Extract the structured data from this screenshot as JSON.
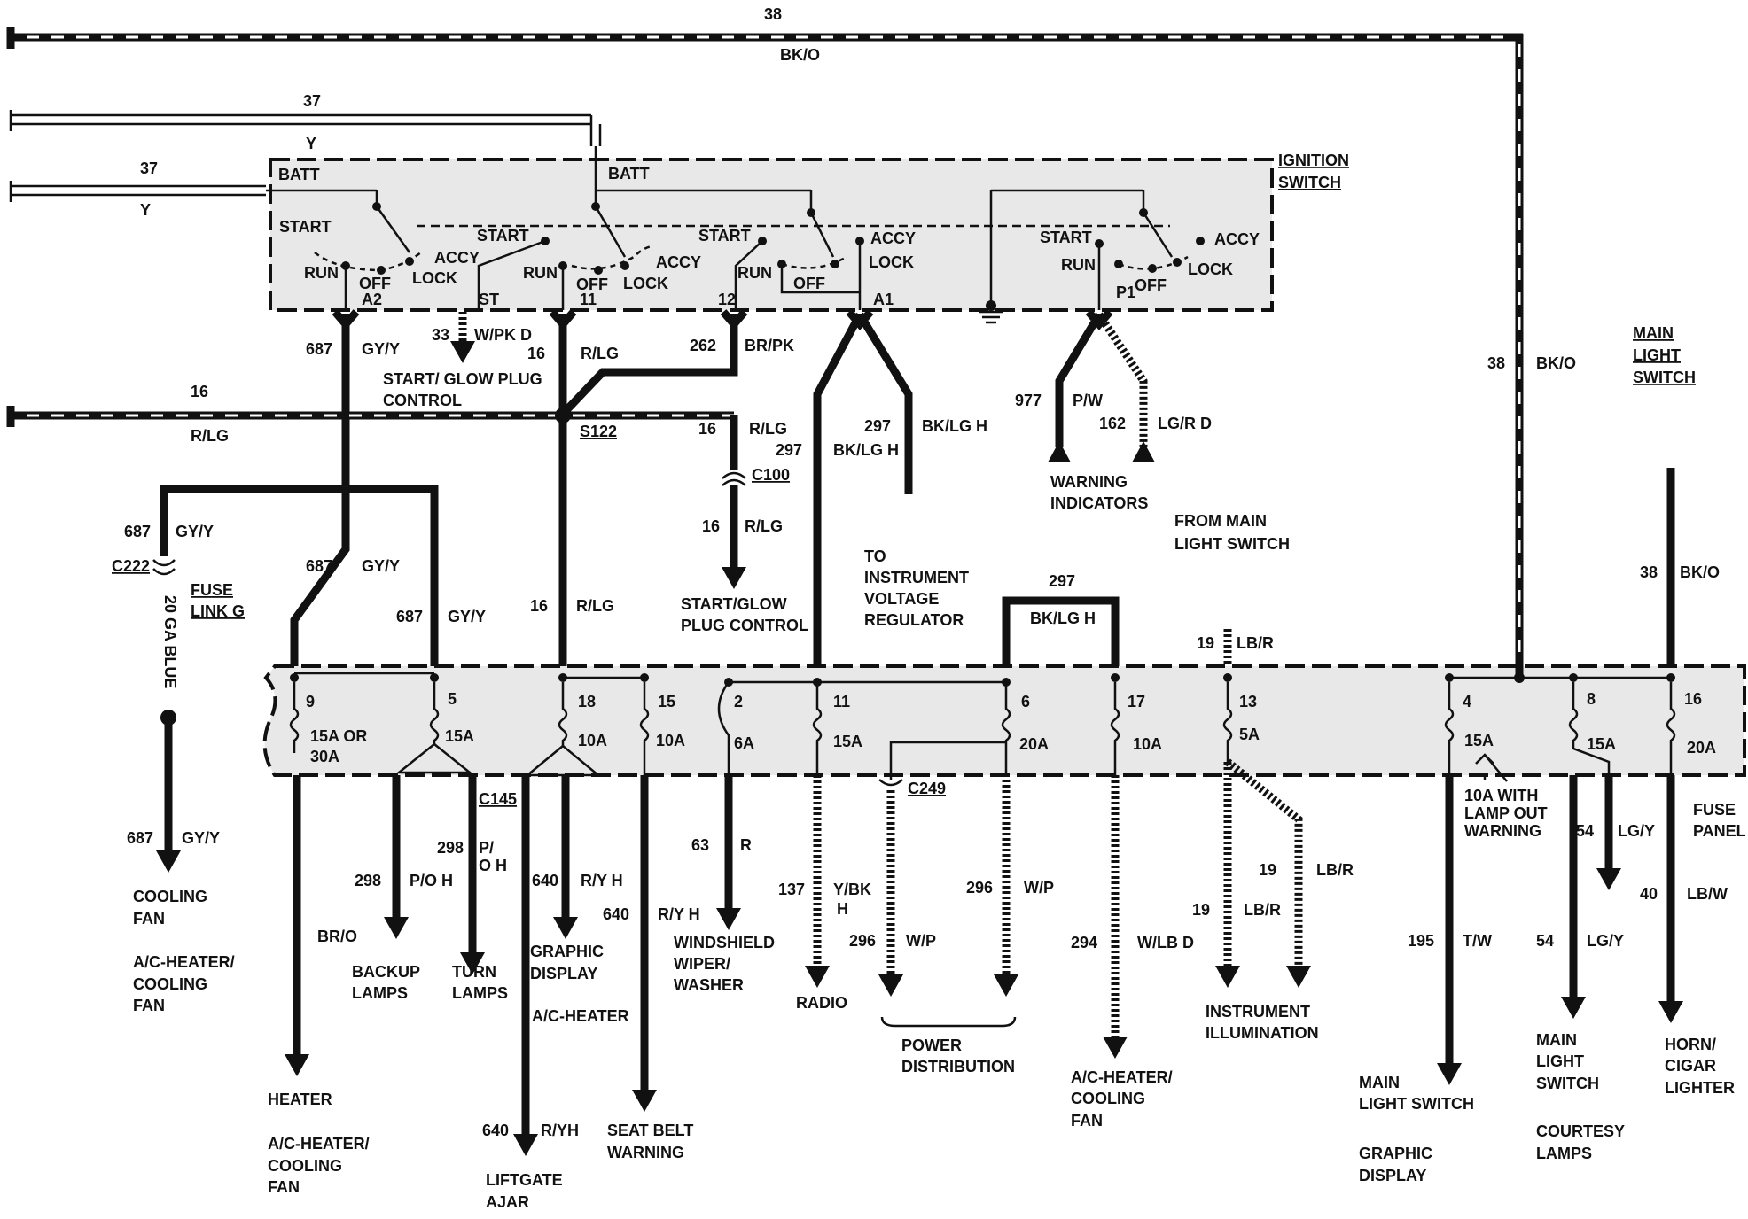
{
  "labels": {
    "ignition_switch": "IGNITION\nSWITCH",
    "ignition_switch_1": "IGNITION",
    "ignition_switch_2": "SWITCH",
    "main_light_switch_1": "MAIN",
    "main_light_switch_2": "LIGHT",
    "main_light_switch_3": "SWITCH",
    "fuse_panel_1": "FUSE",
    "fuse_panel_2": "PANEL",
    "batt": "BATT",
    "start": "START",
    "run": "RUN",
    "off": "OFF",
    "accy": "ACCY",
    "lock": "LOCK",
    "a1": "A1",
    "a2": "A2",
    "st": "ST",
    "p1": "P1",
    "t11": "11",
    "t12": "12",
    "s122": "S122",
    "c100": "C100",
    "c222": "C222",
    "c145": "C145",
    "c249": "C249",
    "fuse_link_1": "FUSE",
    "fuse_link_2": "LINK  G",
    "ga_blue": "20 GA BLUE"
  },
  "wires": {
    "w38_top": "38",
    "w38_top_color": "BK/O",
    "w37_a": "37",
    "w37_a_color": "Y",
    "w37_b": "37",
    "w37_b_color": "Y",
    "w687_a": "687",
    "w687_a_color": "GY/Y",
    "w33": "33",
    "w33_color": "W/PK D",
    "w16_a": "16",
    "w16_a_color": "R/LG",
    "w262": "262",
    "w262_color": "BR/PK",
    "w16_left": "16",
    "w16_left_color": "R/LG",
    "w16_c": "16",
    "w16_c_color": "R/LG",
    "w16_d": "16",
    "w16_d_color": "R/LG",
    "w297_a": "297",
    "w297_a_color": "BK/LG H",
    "w297_b": "297",
    "w297_b_color": "BK/LG H",
    "w977": "977",
    "w977_color": "P/W",
    "w162": "162",
    "w162_color": "LG/R D",
    "w38_right": "38",
    "w38_right_color": "BK/O",
    "w687_b": "687",
    "w687_b_color": "GY/Y",
    "w687_c": "687",
    "w687_c_color": "GY/Y",
    "w687_d": "687",
    "w687_d_color": "GY/Y",
    "w16_e": "16",
    "w16_e_color": "R/LG",
    "w297_c": "297",
    "w297_c_color": "BK/LG H",
    "w19_a": "19",
    "w19_a_color": "LB/R",
    "w38_bk": "38",
    "w38_bk_color": "BK/O",
    "w687_e": "687",
    "w687_e_color": "GY/Y",
    "w298_a": "298",
    "w298_a_color": "P/O H",
    "w298_b": "298",
    "w298_b_color_1": "P/",
    "w298_b_color_2": "O H",
    "w640_a": "640",
    "w640_a_color": "R/Y H",
    "w640_b": "640",
    "w640_b_color": "R/Y H",
    "w640_c": "640",
    "w640_c_color": "R/YH",
    "w63": "63",
    "w63_color": "R",
    "w137": "137",
    "w137_color_1": "Y/BK",
    "w137_color_2": "H",
    "w296_a": "296",
    "w296_a_color": "W/P",
    "w296_b": "296",
    "w296_b_color": "W/P",
    "w294": "294",
    "w294_color": "W/LB  D",
    "w19_b": "19",
    "w19_b_color": "LB/R",
    "w19_c": "19",
    "w19_c_color": "LB/R",
    "w195": "195",
    "w195_color": "T/W",
    "w54_a": "54",
    "w54_a_color": "LG/Y",
    "w54_b": "54",
    "w54_b_color": "LG/Y",
    "w40": "40",
    "w40_color": "LB/W",
    "br_o": "BR/O"
  },
  "fuses": [
    {
      "num": "9",
      "rating_1": "15A OR",
      "rating_2": "30A"
    },
    {
      "num": "5",
      "rating_1": "15A",
      "rating_2": ""
    },
    {
      "num": "18",
      "rating_1": "10A",
      "rating_2": ""
    },
    {
      "num": "15",
      "rating_1": "10A",
      "rating_2": ""
    },
    {
      "num": "2",
      "rating_1": "6A",
      "rating_2": ""
    },
    {
      "num": "11",
      "rating_1": "15A",
      "rating_2": ""
    },
    {
      "num": "6",
      "rating_1": "20A",
      "rating_2": ""
    },
    {
      "num": "17",
      "rating_1": "10A",
      "rating_2": ""
    },
    {
      "num": "13",
      "rating_1": "5A",
      "rating_2": ""
    },
    {
      "num": "4",
      "rating_1": "15A",
      "rating_2": ""
    },
    {
      "num": "8",
      "rating_1": "15A",
      "rating_2": ""
    },
    {
      "num": "16",
      "rating_1": "20A",
      "rating_2": ""
    }
  ],
  "destinations": {
    "start_glow_a_1": "START/ GLOW PLUG",
    "start_glow_a_2": "CONTROL",
    "start_glow_b_1": "START/GLOW",
    "start_glow_b_2": "PLUG CONTROL",
    "to_ivr_1": "TO",
    "to_ivr_2": "INSTRUMENT",
    "to_ivr_3": "VOLTAGE",
    "to_ivr_4": "REGULATOR",
    "warning_1": "WARNING",
    "warning_2": "INDICATORS",
    "from_mls_1": "FROM MAIN",
    "from_mls_2": "LIGHT SWITCH",
    "cooling_fan_1": "COOLING",
    "cooling_fan_2": "FAN",
    "ac_cool_1": "A/C-HEATER/",
    "ac_cool_2": "COOLING",
    "ac_cool_3": "FAN",
    "heater": "HEATER",
    "ac_cool_b_1": "A/C-HEATER/",
    "ac_cool_b_2": "COOLING",
    "ac_cool_b_3": "FAN",
    "backup_1": "BACKUP",
    "backup_2": "LAMPS",
    "turn_1": "TURN",
    "turn_2": "LAMPS",
    "graphic_1": "GRAPHIC",
    "graphic_2": "DISPLAY",
    "ac_heater": "A/C-HEATER",
    "liftgate_1": "LIFTGATE",
    "liftgate_2": "AJAR",
    "seatbelt_1": "SEAT BELT",
    "seatbelt_2": "WARNING",
    "wiper_1": "WINDSHIELD",
    "wiper_2": "WIPER/",
    "wiper_3": "WASHER",
    "radio": "RADIO",
    "power_1": "POWER",
    "power_2": "DISTRIBUTION",
    "ac_cool_c_1": "A/C-HEATER/",
    "ac_cool_c_2": "COOLING",
    "ac_cool_c_3": "FAN",
    "instr_1": "INSTRUMENT",
    "instr_2": "ILLUMINATION",
    "lamp_out_1": "10A WITH",
    "lamp_out_2": "LAMP OUT",
    "lamp_out_3": "WARNING",
    "mls_a_1": "MAIN",
    "mls_a_2": "LIGHT SWITCH",
    "graphic_b_1": "GRAPHIC",
    "graphic_b_2": "DISPLAY",
    "mls_b_1": "MAIN",
    "mls_b_2": "LIGHT",
    "mls_b_3": "SWITCH",
    "courtesy_1": "COURTESY",
    "courtesy_2": "LAMPS",
    "horn_1": "HORN/",
    "horn_2": "CIGAR",
    "horn_3": "LIGHTER"
  }
}
